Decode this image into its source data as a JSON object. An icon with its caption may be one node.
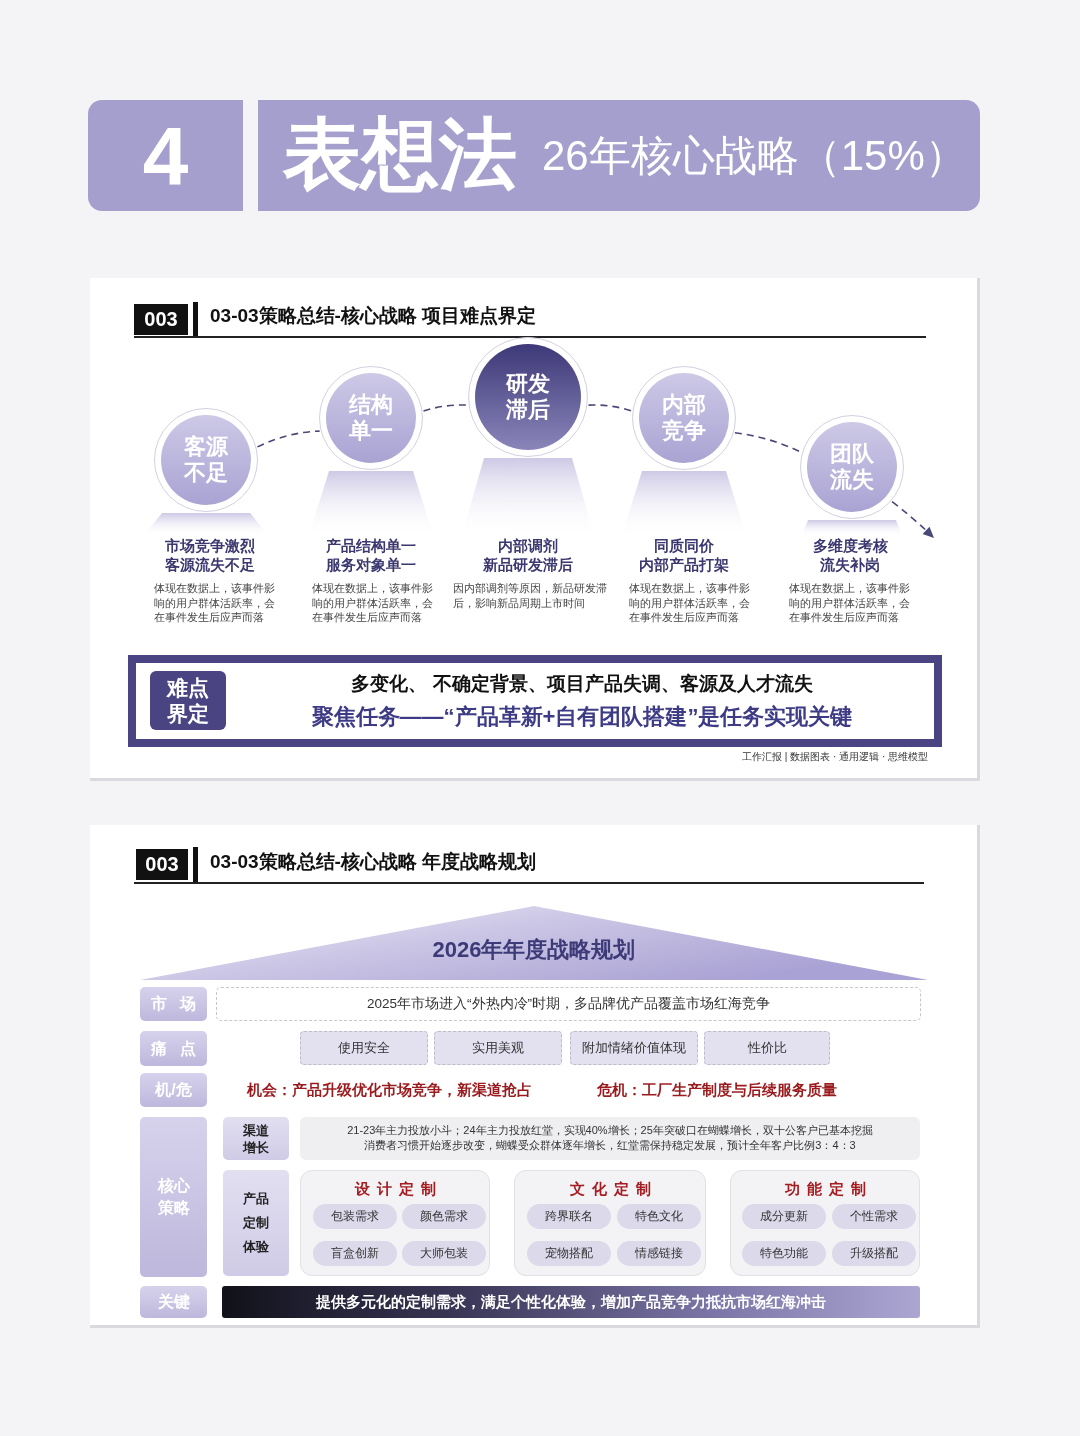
{
  "diagram": {
    "nodes": [
      {
        "text": [
          "4"
        ]
      },
      {
        "text": [
          "表想法",
          "26年核心战略（15%）"
        ]
      },
      {
        "text": [
          "003"
        ]
      },
      {
        "text": [
          "客源不足"
        ],
        "beside": [
          "市场竞争激烈客源流失不足",
          "体现在数据上，该事件影响的用户群体活跃率，会在事件发生后应声而落"
        ]
      },
      {
        "text": [
          "结构单一"
        ],
        "beside": [
          "产品结构单一服务对象单一",
          "体现在数据上，该事件影响的用户群体活跃率，会在事件发生后应声而落"
        ]
      },
      {
        "text": [
          "研发滞后"
        ],
        "beside": [
          "内部调剂新品研发滞后",
          "因内部调剂等原因，新品研发滞后，影响新品周期上市时间"
        ]
      },
      {
        "text": [
          "内部竞争"
        ],
        "beside": [
          "同质同价内部产品打架",
          "体现在数据上，该事件影响的用户群体活跃率，会在事件发生后应声而落"
        ]
      },
      {
        "text": [
          "团队流失"
        ],
        "beside": [
          "多维度考核流失补岗",
          "体现在数据上，该事件影响的用户群体活跃率，会在事件发生后应声而落"
        ]
      },
      {
        "text": [
          "多变化、 不确定背景、项目产品失调、客源及人才流失",
          "聚焦任务——“产品革新+自有团队搭建”是任务实现关键"
        ]
      },
      {
        "text": [
          "难点界定"
        ],
        "in": 8
      },
      {
        "text": [
          "003"
        ]
      },
      {
        "text": [
          "2026年年度战略规划"
        ]
      },
      {
        "text": [
          "市 场"
        ]
      },
      {
        "text": [
          "2025年市场进入“外热内冷”时期，多品牌优产品覆盖市场红海竞争"
        ]
      },
      {
        "text": [
          "痛 点"
        ]
      },
      {
        "text": [
          "使用安全"
        ]
      },
      {
        "text": [
          "实用美观"
        ]
      },
      {
        "text": [
          "附加情绪价值体现"
        ]
      },
      {
        "text": [
          "性价比"
        ]
      },
      {
        "text": [
          "机/危"
        ]
      },
      {
        "text": [
          "核心策略"
        ]
      },
      {
        "text": [
          "渠道增长"
        ]
      },
      {
        "text": [
          "21-23年主力投放小斗；24年主力投放红堂，实现40%增长；25年突破口在蝴蝶增长，双十公客户已基本挖掘",
          "消费者习惯开始逐步改变，蝴蝶受众群体逐年增长，红堂需保持稳定发展，预计全年客户比例3：4：3"
        ]
      },
      {
        "text": [
          "产品定制体验"
        ]
      },
      {
        "text": [
          "设计定制"
        ]
      },
      {
        "text": [
          "包装需求"
        ],
        "in": 24
      },
      {
        "text": [
          "颜色需求"
        ],
        "in": 24
      },
      {
        "text": [
          "盲盒创新"
        ],
        "in": 24
      },
      {
        "text": [
          "大师包装"
        ],
        "in": 24
      },
      {
        "text": [
          "文化定制"
        ]
      },
      {
        "text": [
          "跨界联名"
        ],
        "in": 29
      },
      {
        "text": [
          "特色文化"
        ],
        "in": 29
      },
      {
        "text": [
          "宠物搭配"
        ],
        "in": 29
      },
      {
        "text": [
          "情感链接"
        ],
        "in": 29
      },
      {
        "text": [
          "功能定制"
        ]
      },
      {
        "text": [
          "成分更新"
        ],
        "in": 34
      },
      {
        "text": [
          "个性需求"
        ],
        "in": 34
      },
      {
        "text": [
          "特色功能"
        ],
        "in": 34
      },
      {
        "text": [
          "升级搭配"
        ],
        "in": 34
      },
      {
        "text": [
          "关键"
        ]
      },
      {
        "text": [
          "提供多元化的定制需求，满足个性化体验，增加产品竞争力抵抗市场红海冲击"
        ]
      },
      {
        "text": [],
        "shape": "cone"
      },
      {
        "text": [],
        "shape": "cone"
      },
      {
        "text": [],
        "shape": "cone"
      },
      {
        "text": [],
        "shape": "cone"
      },
      {
        "text": [],
        "shape": "cone"
      }
    ],
    "edges": [
      {
        "from": 3,
        "to": 4,
        "arrow": "none",
        "style": "dashed"
      },
      {
        "from": 4,
        "to": 5,
        "arrow": "none",
        "style": "dashed"
      },
      {
        "from": 5,
        "to": 6,
        "arrow": "none",
        "style": "dashed"
      },
      {
        "from": 6,
        "to": 7,
        "arrow": "none",
        "style": "dashed"
      },
      {
        "from": 7,
        "to": null,
        "arrow": "to",
        "style": "dashed"
      }
    ],
    "labels": [
      "03-03策略总结-核心战略 项目难点界定",
      "工作汇报 | 数据图表 · 通用逻辑 · 思维模型",
      "03-03策略总结-核心战略 年度战略规划",
      "机会：产品升级优化市场竞争，新渠道抢占",
      "危机：工厂生产制度与后续服务质量"
    ]
  }
}
